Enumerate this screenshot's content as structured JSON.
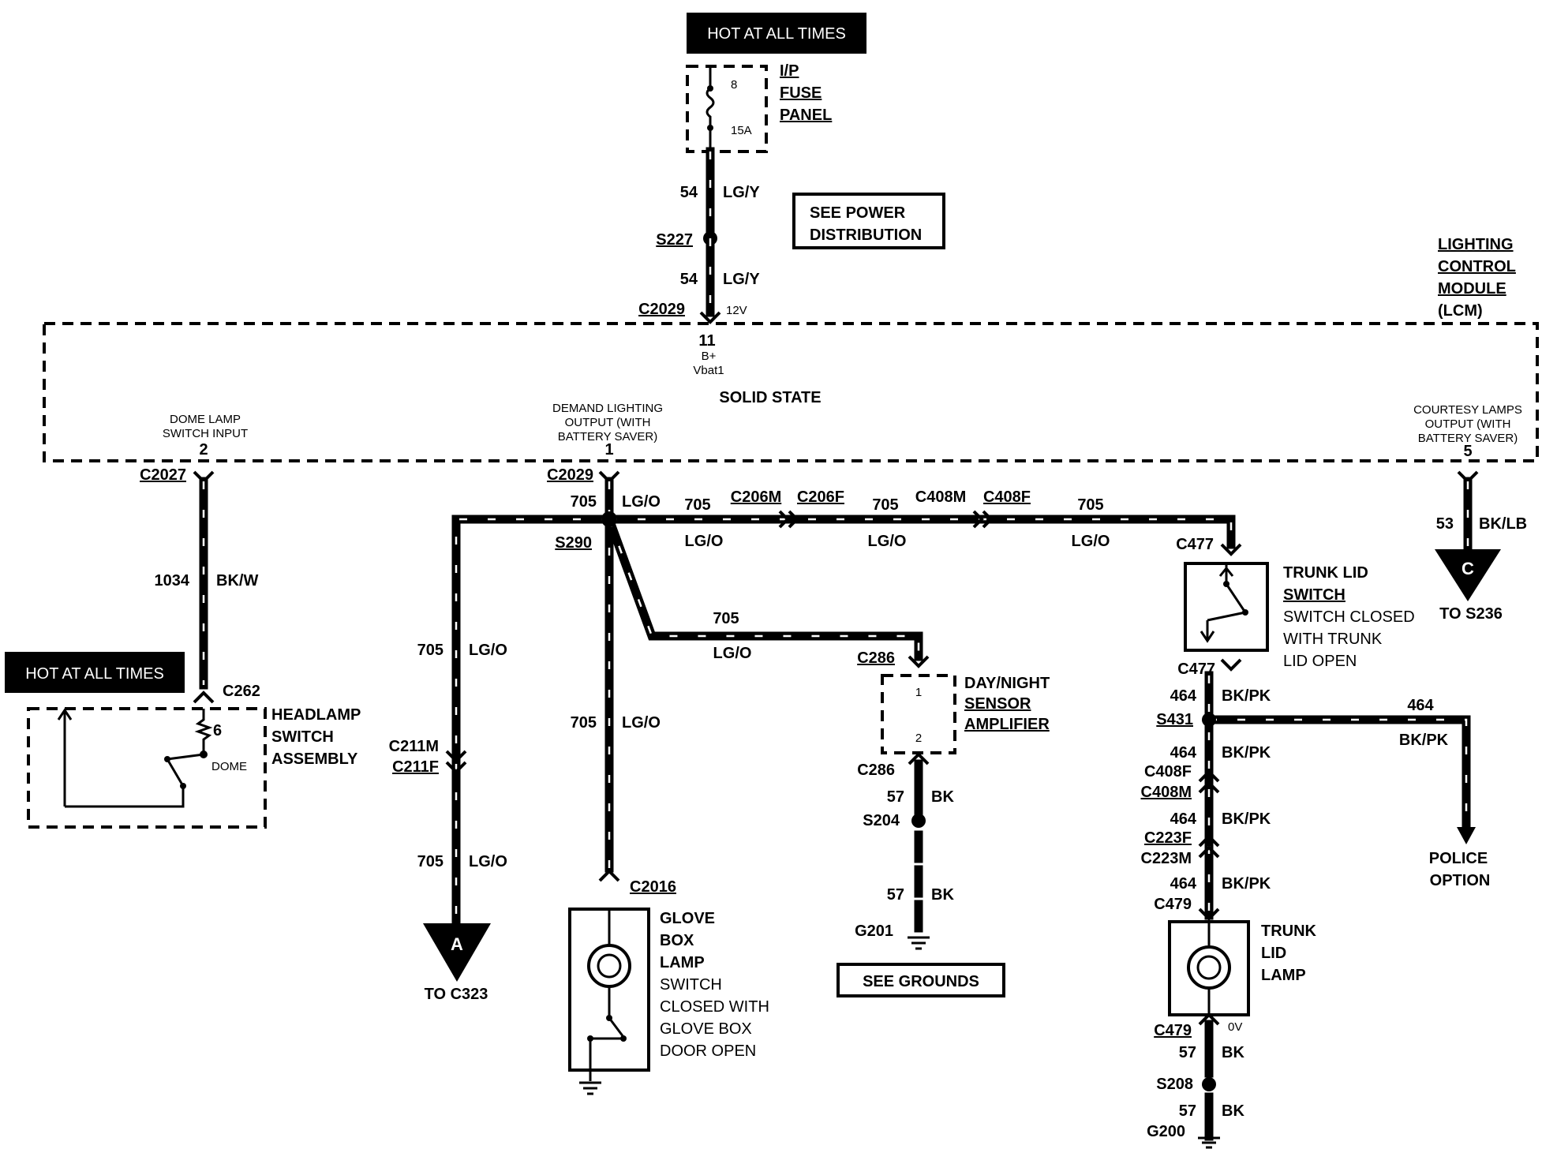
{
  "power": {
    "hot_top": "HOT AT ALL TIMES",
    "fuse_num": "8",
    "fuse_amp": "15A",
    "fuse_panel": [
      "I/P",
      "FUSE",
      "PANEL"
    ],
    "see_power": [
      "SEE POWER",
      "DISTRIBUTION"
    ],
    "w54a_num": "54",
    "w54a_col": "LG/Y",
    "s227": "S227",
    "w54b_num": "54",
    "w54b_col": "LG/Y",
    "c2029_top": "C2029",
    "v12": "12V"
  },
  "lcm": {
    "title": [
      "LIGHTING",
      "CONTROL",
      "MODULE",
      "(LCM)"
    ],
    "pin11": "11",
    "bplus": "B+",
    "vbatt": "Vbat1",
    "solid_state": "SOLID STATE",
    "pin2_label": [
      "DOME LAMP",
      "SWITCH INPUT"
    ],
    "pin2": "2",
    "pin1_label": [
      "DEMAND LIGHTING",
      "OUTPUT (WITH",
      "BATTERY SAVER)"
    ],
    "pin1": "1",
    "pin5_label": [
      "COURTESY LAMPS",
      "OUTPUT (WITH",
      "BATTERY SAVER)"
    ],
    "pin5": "5"
  },
  "left": {
    "c2027": "C2027",
    "w1034": "1034",
    "w1034_col": "BK/W",
    "hot_left": "HOT AT ALL TIMES",
    "c262": "C262",
    "pin6": "6",
    "dome": "DOME",
    "headlamp": [
      "HEADLAMP",
      "SWITCH",
      "ASSEMBLY"
    ]
  },
  "center": {
    "c2029": "C2029",
    "w705": "705",
    "lgo": "LG/O",
    "s290": "S290",
    "c206m": "C206M",
    "c206f": "C206F",
    "c408m": "C408M",
    "c408f": "C408F",
    "c477": "C477",
    "c211m": "C211M",
    "c211f": "C211F",
    "to_c323": "TO C323",
    "off_a": "A",
    "c2016": "C2016",
    "glove": [
      "GLOVE",
      "BOX",
      "LAMP"
    ],
    "glove_sw": [
      "SWITCH",
      "CLOSED WITH",
      "GLOVE BOX",
      "DOOR OPEN"
    ],
    "c286": "C286",
    "sensor": [
      "DAY/NIGHT",
      "SENSOR",
      "AMPLIFIER"
    ],
    "sensor_p1": "1",
    "sensor_p2": "2",
    "w57": "57",
    "bk": "BK",
    "s204": "S204",
    "g201": "G201",
    "see_grounds": "SEE GROUNDS"
  },
  "right": {
    "trunk_sw": [
      "TRUNK LID",
      "SWITCH"
    ],
    "trunk_sw_note": [
      "SWITCH CLOSED",
      "WITH TRUNK",
      "LID OPEN"
    ],
    "c477b": "C477",
    "w464": "464",
    "bkpk": "BK/PK",
    "s431": "S431",
    "c408f": "C408F",
    "c408m": "C408M",
    "c223f": "C223F",
    "c223m": "C223M",
    "c479": "C479",
    "police": [
      "POLICE",
      "OPTION"
    ],
    "trunk_lamp": [
      "TRUNK",
      "LID",
      "LAMP"
    ],
    "c479b": "C479",
    "zero_v": "0V",
    "w57": "57",
    "bk": "BK",
    "s208": "S208",
    "g200": "G200",
    "w53": "53",
    "bklb": "BK/LB",
    "off_c": "C",
    "to_s236": "TO S236"
  }
}
